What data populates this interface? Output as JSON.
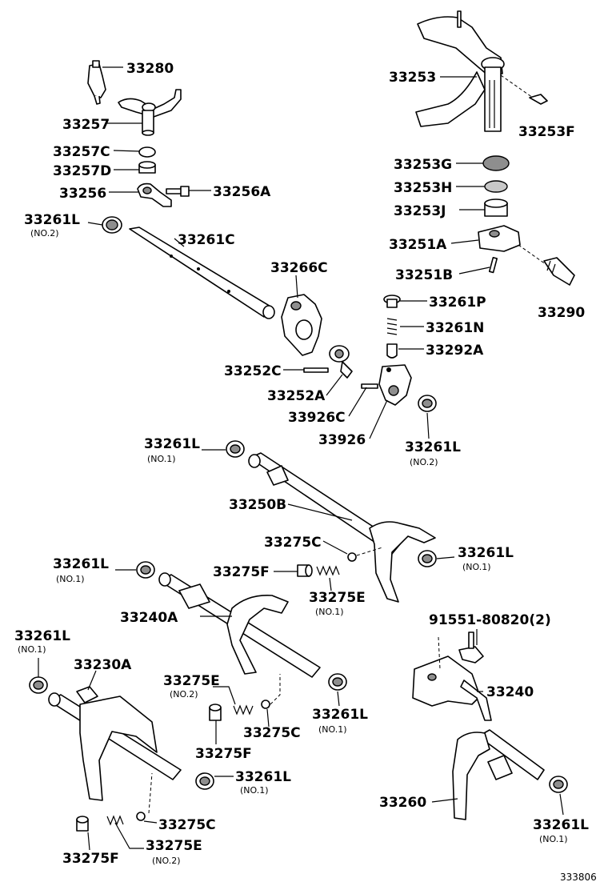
{
  "labels": {
    "p33280": "33280",
    "p33257": "33257",
    "p33257C": "33257C",
    "p33257D": "33257D",
    "p33256": "33256",
    "p33256A": "33256A",
    "p33261L_top": "33261L",
    "p33261L_top_sub": "(NO.2)",
    "p33261C": "33261C",
    "p33266C": "33266C",
    "p33252C": "33252C",
    "p33252A": "33252A",
    "p33926C": "33926C",
    "p33926": "33926",
    "p33253": "33253",
    "p33253F": "33253F",
    "p33253G": "33253G",
    "p33253H": "33253H",
    "p33253J": "33253J",
    "p33251A": "33251A",
    "p33251B": "33251B",
    "p33290": "33290",
    "p33261P": "33261P",
    "p33261N": "33261N",
    "p33292A": "33292A",
    "p33261L_r2": "33261L",
    "p33261L_r2_sub": "(NO.2)",
    "p33261L_m1": "33261L",
    "p33261L_m1_sub": "(NO.1)",
    "p33250B": "33250B",
    "p33275C_a": "33275C",
    "p33275F_a": "33275F",
    "p33275E_a": "33275E",
    "p33275E_a_sub": "(NO.1)",
    "p33261L_r1": "33261L",
    "p33261L_r1_sub": "(NO.1)",
    "p33261L_l1": "33261L",
    "p33261L_l1_sub": "(NO.1)",
    "p33240A": "33240A",
    "p33261L_far": "33261L",
    "p33261L_far_sub": "(NO.1)",
    "p33230A": "33230A",
    "p33275E_b": "33275E",
    "p33275E_b_sub": "(NO.2)",
    "p33275F_b": "33275F",
    "p33275C_b": "33275C",
    "p33261L_c1": "33261L",
    "p33261L_c1_sub": "(NO.1)",
    "p33261L_b1": "33261L",
    "p33261L_b1_sub": "(NO.1)",
    "p33275C_c": "33275C",
    "p33275E_c": "33275E",
    "p33275E_c_sub": "(NO.2)",
    "p33275F_c": "33275F",
    "p91551": "91551-80820(2)",
    "p33240": "33240",
    "p33260": "33260",
    "p33261L_br": "33261L",
    "p33261L_br_sub": "(NO.1)",
    "ref": "333806"
  }
}
